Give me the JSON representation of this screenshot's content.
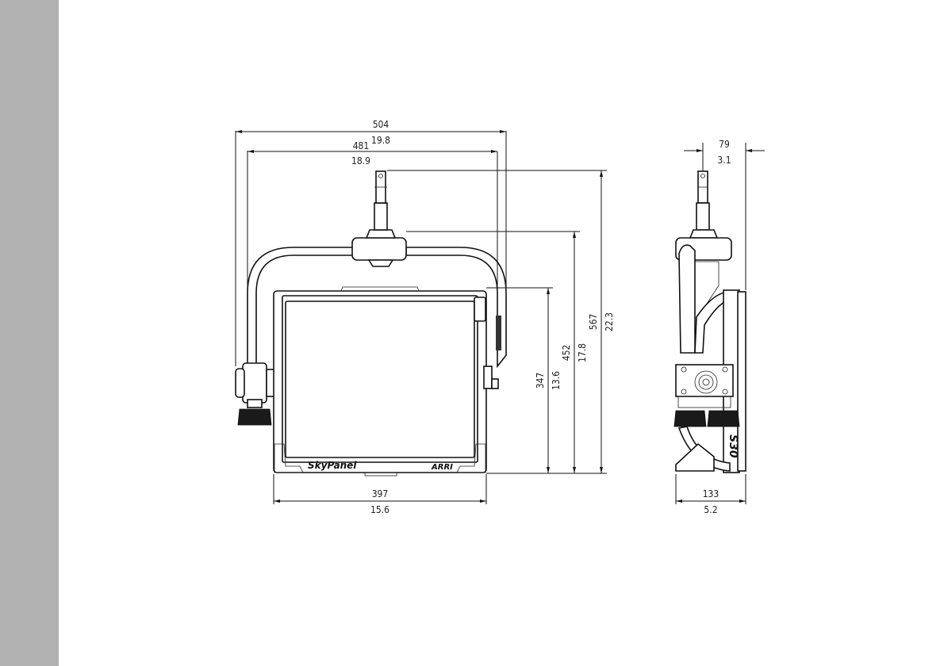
{
  "front_view": {
    "dim_overall_width": {
      "mm": "504",
      "in": "19.8"
    },
    "dim_yoke_width": {
      "mm": "481",
      "in": "18.9"
    },
    "dim_body_width": {
      "mm": "397",
      "in": "15.6"
    },
    "dim_body_height": {
      "mm": "347",
      "in": "13.6"
    },
    "dim_yoke_height": {
      "mm": "452",
      "in": "17.8"
    },
    "dim_overall_height": {
      "mm": "567",
      "in": "22.3"
    },
    "brand_label": "SkyPanel",
    "maker_label": "ARRI"
  },
  "side_view": {
    "dim_depth_offset": {
      "mm": "79",
      "in": "3.1"
    },
    "dim_depth": {
      "mm": "133",
      "in": "5.2"
    },
    "model_label": "S30"
  },
  "colors": {
    "sidebar": "#b1b1b1",
    "line": "#111111",
    "background": "#ffffff"
  }
}
